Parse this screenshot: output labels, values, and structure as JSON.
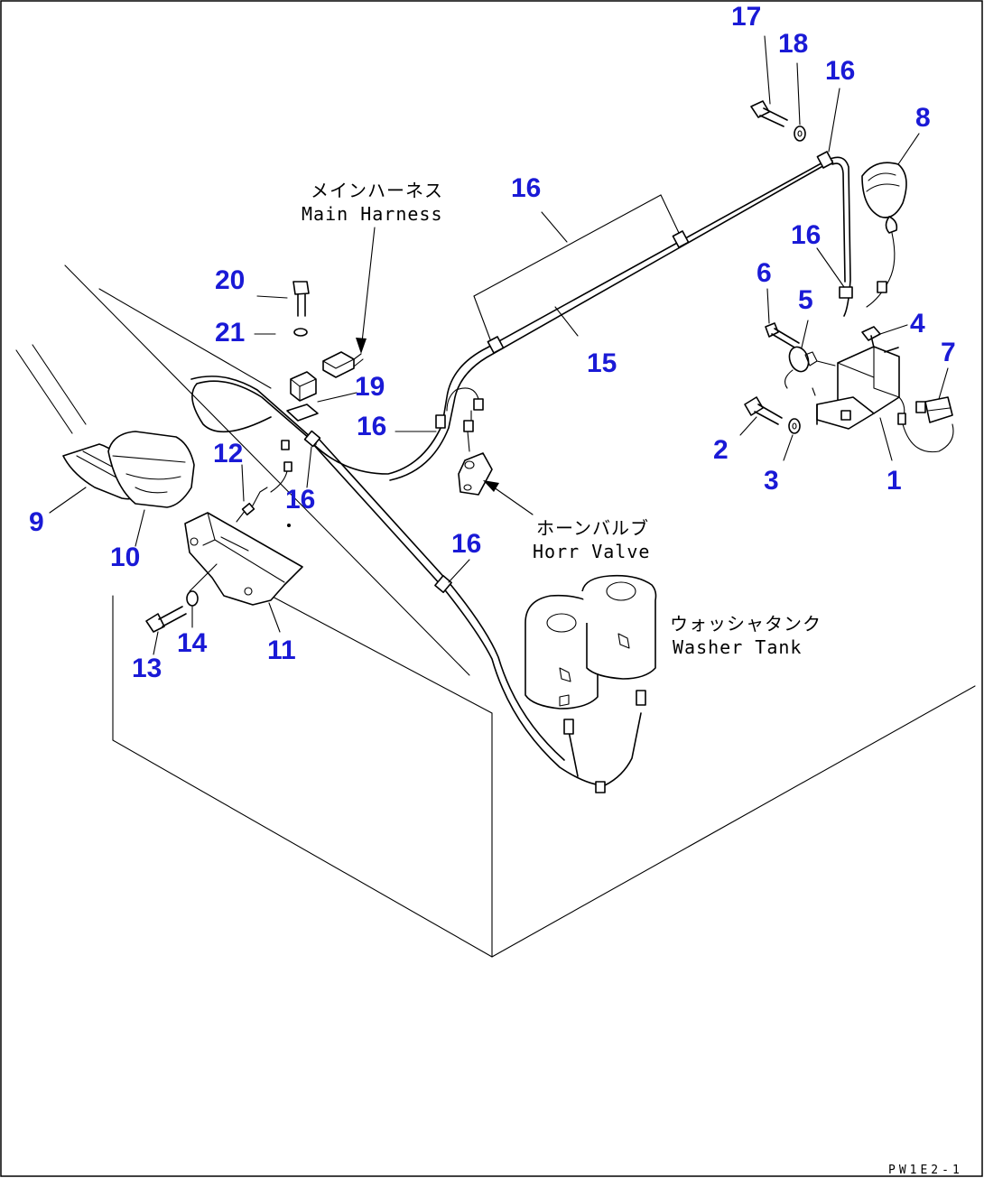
{
  "callouts": {
    "n1": "1",
    "n2": "2",
    "n3": "3",
    "n4": "4",
    "n5": "5",
    "n6": "6",
    "n7": "7",
    "n8": "8",
    "n9": "9",
    "n10": "10",
    "n11": "11",
    "n12": "12",
    "n13": "13",
    "n14": "14",
    "n15": "15",
    "n16": "16",
    "n17": "17",
    "n18": "18",
    "n19": "19",
    "n20": "20",
    "n21": "21"
  },
  "annotations": {
    "main_harness_jp": "メインハーネス",
    "main_harness_en": "Main Harness",
    "horn_valve_jp": "ホーンバルブ",
    "horn_valve_en": "Horr Valve",
    "washer_tank_jp": "ウォッシャタンク",
    "washer_tank_en": "Washer Tank"
  },
  "figure_code": "PW1E2-1",
  "colors": {
    "callout": "#1a1ad6",
    "line": "#000000",
    "background": "#ffffff"
  }
}
